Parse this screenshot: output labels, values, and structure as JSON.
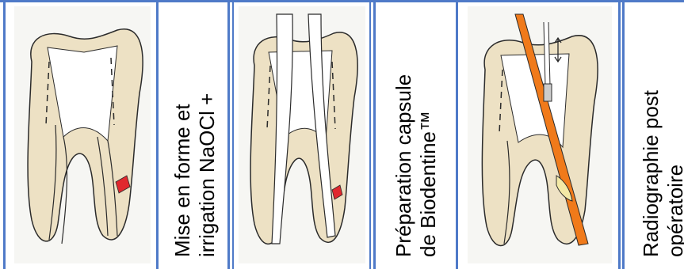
{
  "steps": [
    {
      "line1": "Mise en forme et",
      "line2": "irrigation NaOCl +"
    },
    {
      "line1": "Préparation capsule",
      "line2": "de Biodentine™"
    },
    {
      "line1": "Radiographie post",
      "line2": "opératoire"
    }
  ],
  "colors": {
    "grid": "#4f7ac8",
    "dentin": "#ede1c4",
    "canal": "#ffffff",
    "outline": "#2b2b2b",
    "perforation": "#e0282e",
    "gutta_percha": "#f07a1a",
    "biodentine": "#f3e9a6"
  }
}
